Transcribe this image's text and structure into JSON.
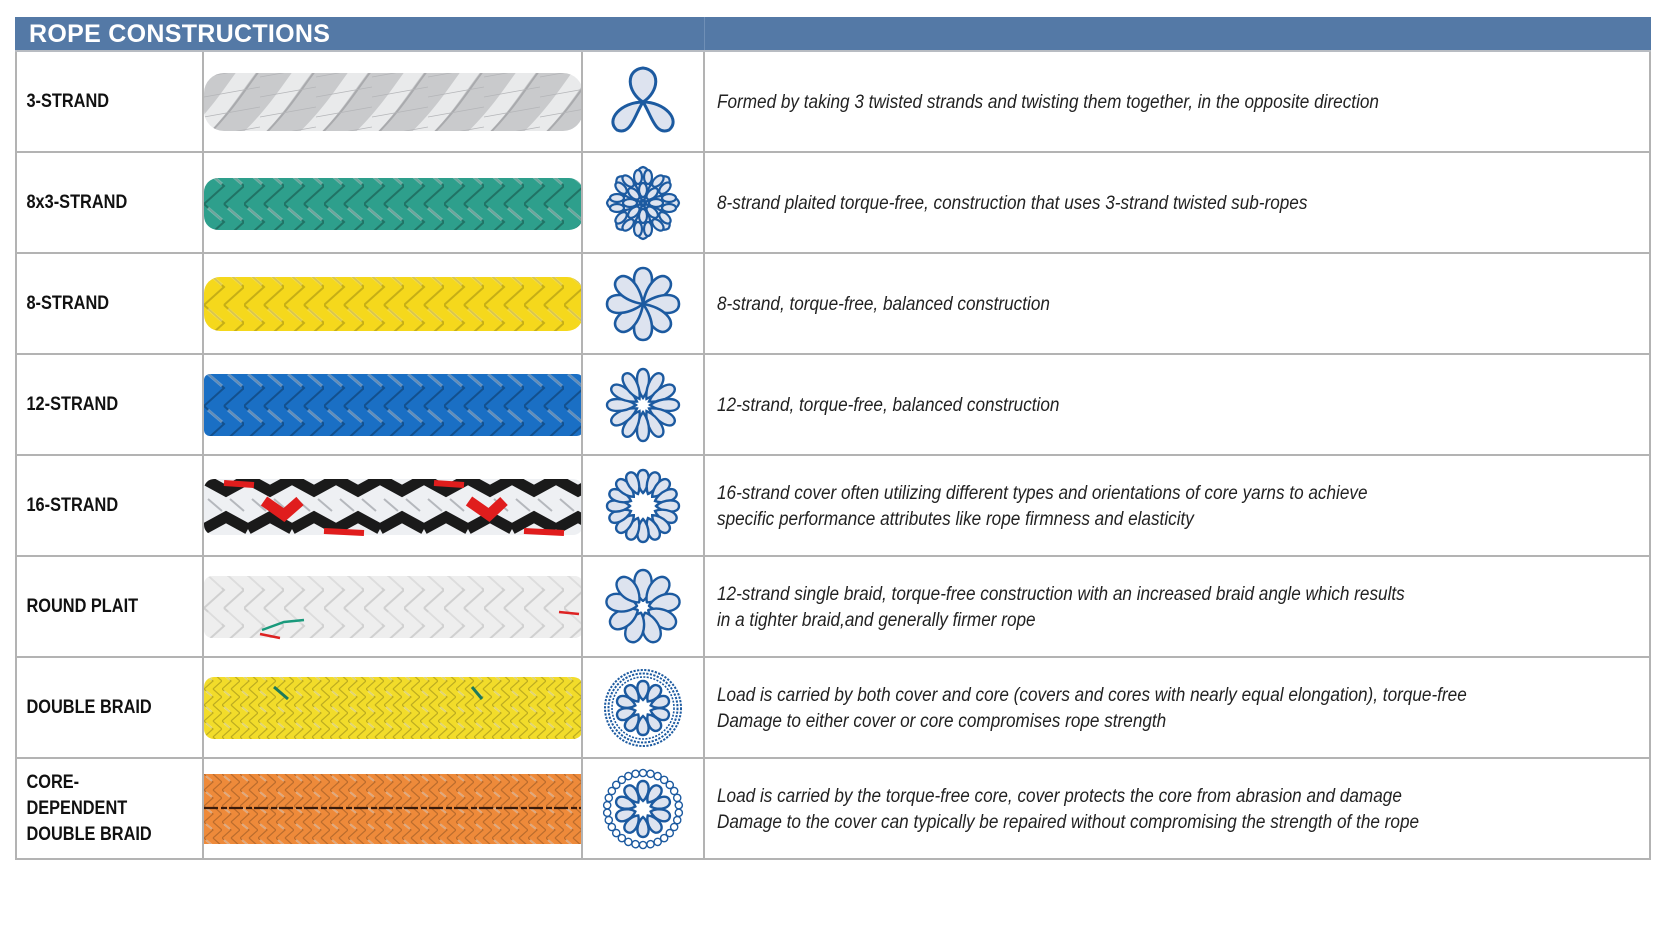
{
  "header": {
    "title": "ROPE CONSTRUCTIONS",
    "background_color": "#5479a6"
  },
  "rows": [
    {
      "name": "3-STRAND",
      "name_lines": [
        "3-STRAND"
      ],
      "rope_color": "#cfd0d2",
      "icon": "3-strand-cross-section-icon",
      "description_lines": [
        "Formed by taking 3 twisted strands and twisting them together, in the opposite direction"
      ]
    },
    {
      "name": "8x3-STRAND",
      "name_lines": [
        "8x3-STRAND"
      ],
      "rope_color": "#2e9f8c",
      "icon": "8x3-strand-cross-section-icon",
      "description_lines": [
        "8-strand plaited torque-free, construction that uses 3-strand twisted sub-ropes"
      ]
    },
    {
      "name": "8-STRAND",
      "name_lines": [
        "8-STRAND"
      ],
      "rope_color": "#f5d81c",
      "icon": "8-strand-cross-section-icon",
      "description_lines": [
        "8-strand, torque-free, balanced construction"
      ]
    },
    {
      "name": "12-STRAND",
      "name_lines": [
        "12-STRAND"
      ],
      "rope_color": "#1a6fc4",
      "icon": "12-strand-cross-section-icon",
      "description_lines": [
        "12-strand, torque-free, balanced construction"
      ]
    },
    {
      "name": "16-STRAND",
      "name_lines": [
        "16-STRAND"
      ],
      "rope_color": "#1b1b1b",
      "icon": "16-strand-cross-section-icon",
      "description_lines": [
        "16-strand cover often utilizing different types and orientations of core yarns to achieve",
        "specific performance attributes like rope firmness and elasticity"
      ]
    },
    {
      "name": "ROUND PLAIT",
      "name_lines": [
        "ROUND PLAIT"
      ],
      "rope_color": "#efefef",
      "icon": "round-plait-cross-section-icon",
      "description_lines": [
        "12-strand single braid, torque-free construction with an increased braid angle which results",
        "in a tighter braid,and generally firmer rope"
      ]
    },
    {
      "name": "DOUBLE BRAID",
      "name_lines": [
        "DOUBLE BRAID"
      ],
      "rope_color": "#f2dc2a",
      "icon": "double-braid-cross-section-icon",
      "description_lines": [
        "Load is carried by both cover and core (covers and cores with nearly equal elongation), torque-free",
        "Damage to either cover or core compromises rope strength"
      ]
    },
    {
      "name": "CORE-DEPENDENT DOUBLE BRAID",
      "name_lines": [
        "CORE-DEPENDENT",
        "DOUBLE BRAID"
      ],
      "rope_color": "#ee8a3a",
      "icon": "core-dependent-double-braid-cross-section-icon",
      "description_lines": [
        "Load is carried by the torque-free core, cover protects the core from abrasion and damage",
        "Damage to the cover can typically be repaired without compromising the strength of the rope"
      ]
    }
  ]
}
